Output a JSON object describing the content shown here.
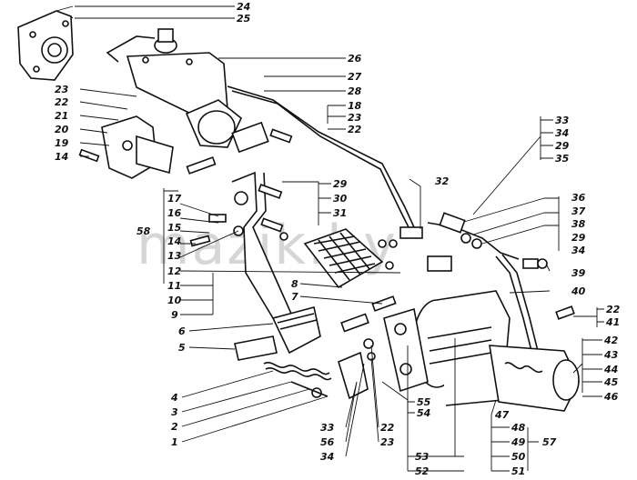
{
  "watermark": "mazik.by",
  "callouts": [
    {
      "id": "c24",
      "text": "24"
    },
    {
      "id": "c25",
      "text": "25"
    },
    {
      "id": "c26",
      "text": "26"
    },
    {
      "id": "c27",
      "text": "27"
    },
    {
      "id": "c28",
      "text": "28"
    },
    {
      "id": "c18",
      "text": "18"
    },
    {
      "id": "c23a",
      "text": "23"
    },
    {
      "id": "c22a",
      "text": "22"
    },
    {
      "id": "c23b",
      "text": "23"
    },
    {
      "id": "c22b",
      "text": "22"
    },
    {
      "id": "c21",
      "text": "21"
    },
    {
      "id": "c20",
      "text": "20"
    },
    {
      "id": "c19",
      "text": "19"
    },
    {
      "id": "c14a",
      "text": "14"
    },
    {
      "id": "c33a",
      "text": "33"
    },
    {
      "id": "c34a",
      "text": "34"
    },
    {
      "id": "c29a",
      "text": "29"
    },
    {
      "id": "c35",
      "text": "35"
    },
    {
      "id": "c32",
      "text": "32"
    },
    {
      "id": "c29b",
      "text": "29"
    },
    {
      "id": "c30",
      "text": "30"
    },
    {
      "id": "c31",
      "text": "31"
    },
    {
      "id": "c17",
      "text": "17"
    },
    {
      "id": "c16",
      "text": "16"
    },
    {
      "id": "c15",
      "text": "15"
    },
    {
      "id": "c58",
      "text": "58"
    },
    {
      "id": "c14b",
      "text": "14"
    },
    {
      "id": "c13",
      "text": "13"
    },
    {
      "id": "c12",
      "text": "12"
    },
    {
      "id": "c11",
      "text": "11"
    },
    {
      "id": "c10",
      "text": "10"
    },
    {
      "id": "c9",
      "text": "9"
    },
    {
      "id": "c36",
      "text": "36"
    },
    {
      "id": "c37",
      "text": "37"
    },
    {
      "id": "c38",
      "text": "38"
    },
    {
      "id": "c29c",
      "text": "29"
    },
    {
      "id": "c34b",
      "text": "34"
    },
    {
      "id": "c39",
      "text": "39"
    },
    {
      "id": "c40",
      "text": "40"
    },
    {
      "id": "c8",
      "text": "8"
    },
    {
      "id": "c7",
      "text": "7"
    },
    {
      "id": "c22c",
      "text": "22"
    },
    {
      "id": "c41",
      "text": "41"
    },
    {
      "id": "c6",
      "text": "6"
    },
    {
      "id": "c5",
      "text": "5"
    },
    {
      "id": "c42",
      "text": "42"
    },
    {
      "id": "c43",
      "text": "43"
    },
    {
      "id": "c44",
      "text": "44"
    },
    {
      "id": "c45",
      "text": "45"
    },
    {
      "id": "c46",
      "text": "46"
    },
    {
      "id": "c4",
      "text": "4"
    },
    {
      "id": "c3",
      "text": "3"
    },
    {
      "id": "c2",
      "text": "2"
    },
    {
      "id": "c1",
      "text": "1"
    },
    {
      "id": "c55",
      "text": "55"
    },
    {
      "id": "c54",
      "text": "54"
    },
    {
      "id": "c22d",
      "text": "22"
    },
    {
      "id": "c23c",
      "text": "23"
    },
    {
      "id": "c33b",
      "text": "33"
    },
    {
      "id": "c56",
      "text": "56"
    },
    {
      "id": "c34c",
      "text": "34"
    },
    {
      "id": "c53",
      "text": "53"
    },
    {
      "id": "c52",
      "text": "52"
    },
    {
      "id": "c47",
      "text": "47"
    },
    {
      "id": "c48",
      "text": "48"
    },
    {
      "id": "c49",
      "text": "49"
    },
    {
      "id": "c50",
      "text": "50"
    },
    {
      "id": "c51",
      "text": "51"
    },
    {
      "id": "c57",
      "text": "57"
    }
  ]
}
